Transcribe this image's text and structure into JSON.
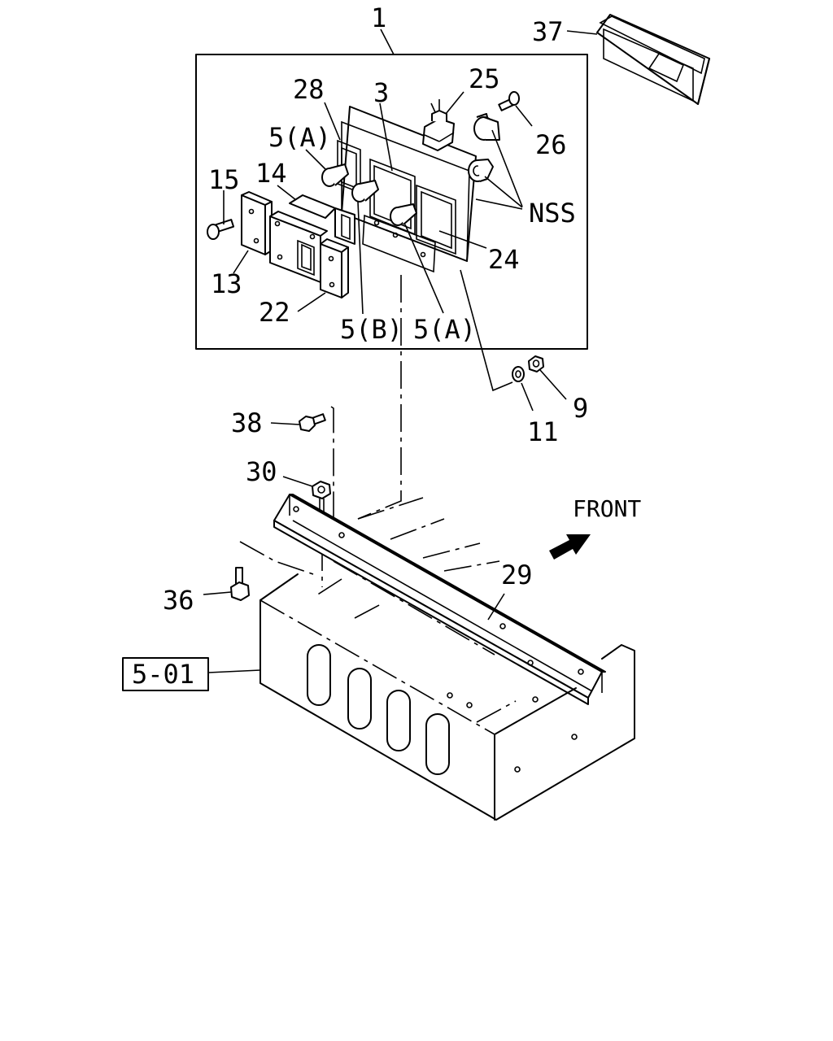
{
  "callouts": {
    "c1": "1",
    "c37": "37",
    "c28": "28",
    "c3": "3",
    "c25": "25",
    "c26": "26",
    "c5a_top": "5(A)",
    "c15": "15",
    "c14": "14",
    "nss": "NSS",
    "c24": "24",
    "c13": "13",
    "c22": "22",
    "c5b": "5(B)",
    "c5a_bottom": "5(A)",
    "c9": "9",
    "c11": "11",
    "c38": "38",
    "c30": "30",
    "front": "FRONT",
    "c29": "29",
    "c36": "36",
    "ref": "5-01"
  }
}
